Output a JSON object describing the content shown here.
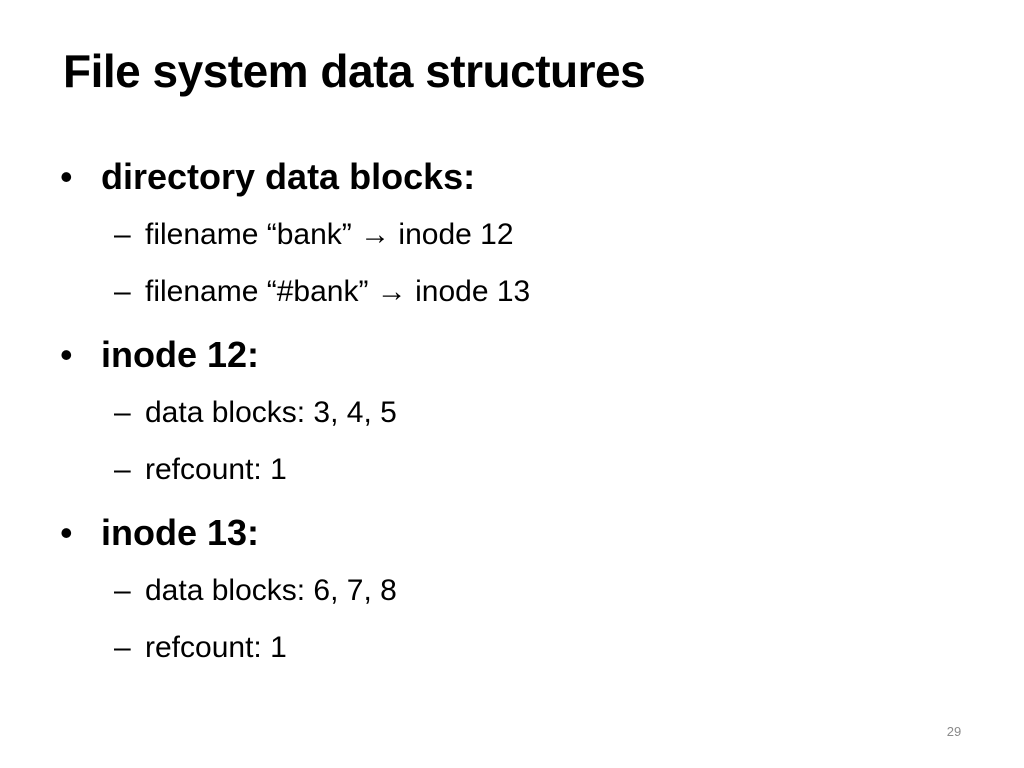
{
  "slide": {
    "title": "File system data structures",
    "page_number": "29",
    "bullets": [
      {
        "label": "directory data blocks:",
        "items": [
          "filename “bank” → inode 12",
          "filename “#bank” → inode 13"
        ]
      },
      {
        "label": "inode 12:",
        "items": [
          "data blocks: 3, 4, 5",
          "refcount: 1"
        ]
      },
      {
        "label": "inode 13:",
        "items": [
          "data blocks: 6, 7, 8",
          "refcount: 1"
        ]
      }
    ]
  }
}
